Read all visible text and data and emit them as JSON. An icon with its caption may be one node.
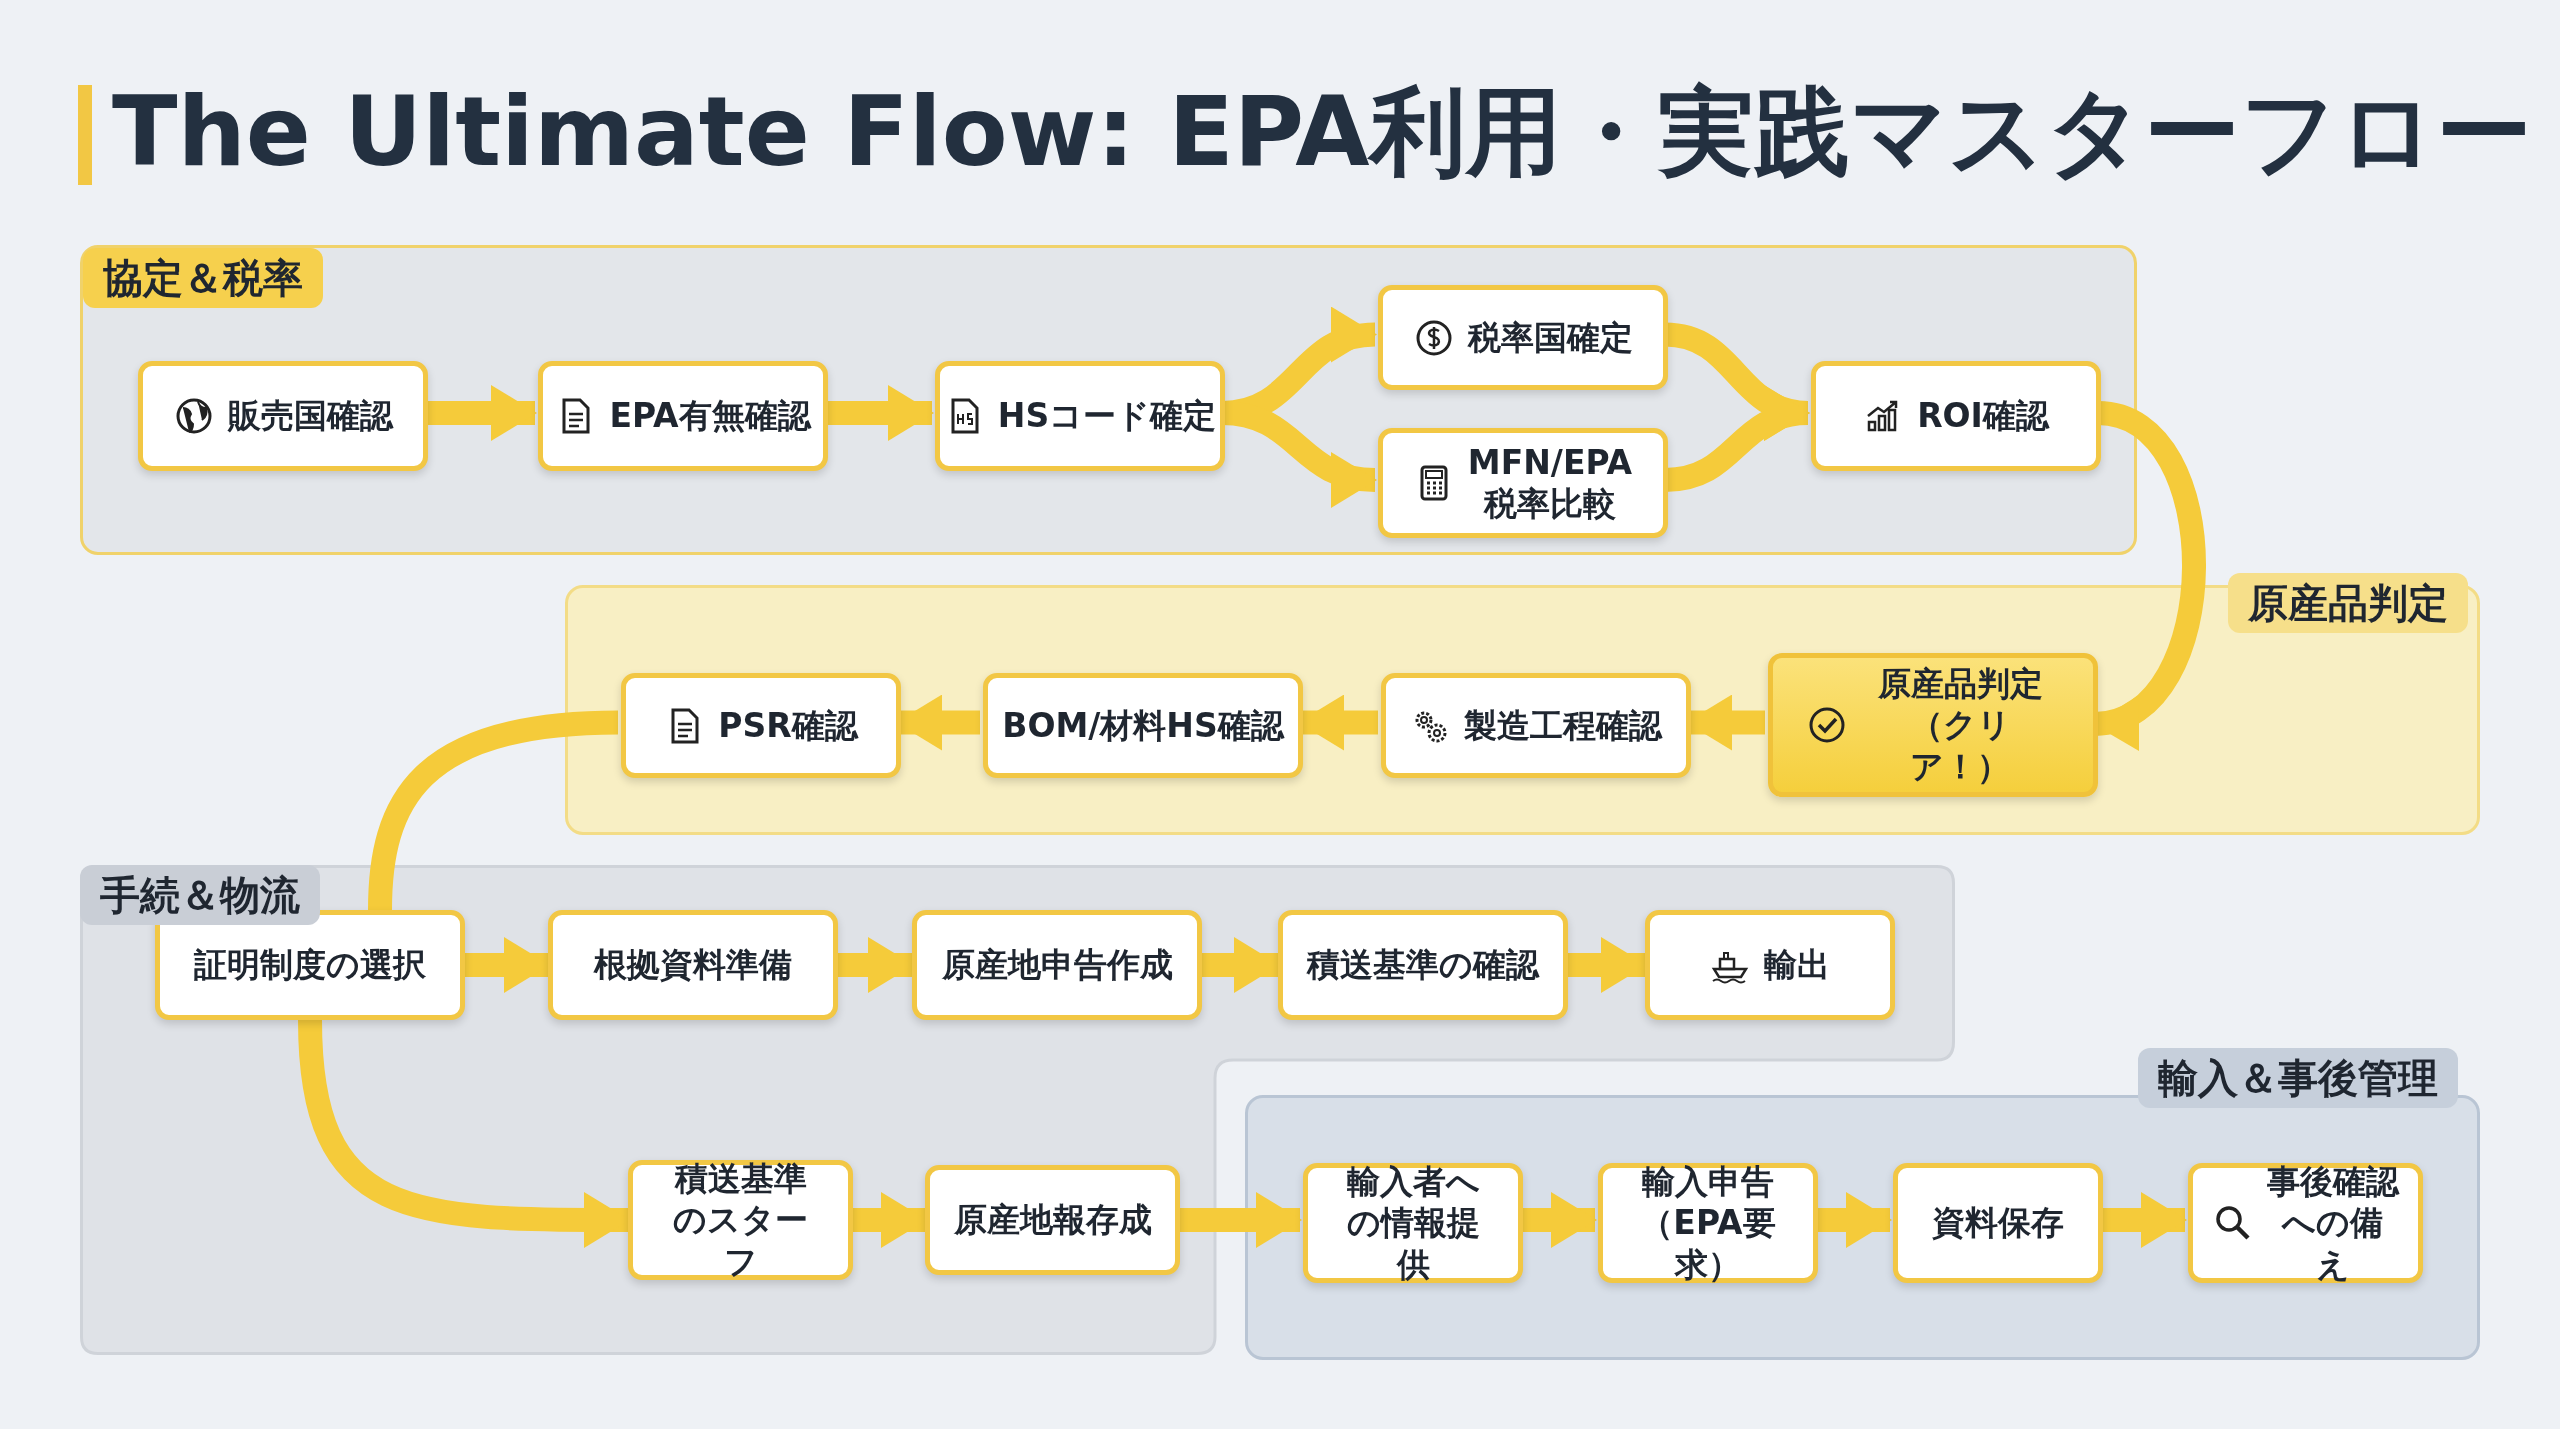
{
  "diagram": {
    "title": "The Ultimate Flow: EPA利用・実践マスターフロー",
    "nodes": [
      {
        "text": [
          "協定＆税率"
        ]
      },
      {
        "text": [
          "販売国確認"
        ],
        "in": 0
      },
      {
        "text": [
          "EPA有無確認"
        ],
        "in": 0
      },
      {
        "text": [
          "HSコード確定"
        ],
        "in": 0
      },
      {
        "text": [
          "税率国確定"
        ],
        "in": 0
      },
      {
        "text": [
          "MFN/EPA税率比較"
        ],
        "in": 0
      },
      {
        "text": [
          "ROI確認"
        ],
        "in": 0
      },
      {
        "text": [
          "原産品判定"
        ]
      },
      {
        "text": [
          "原産品判定（クリア！）"
        ],
        "in": 7
      },
      {
        "text": [
          "製造工程確認"
        ],
        "in": 7
      },
      {
        "text": [
          "BOM/材料HS確認"
        ],
        "in": 7
      },
      {
        "text": [
          "PSR確認"
        ],
        "in": 7
      },
      {
        "text": [
          "手続＆物流"
        ]
      },
      {
        "text": [
          "証明制度の選択"
        ],
        "in": 12
      },
      {
        "text": [
          "根拠資料準備"
        ],
        "in": 12
      },
      {
        "text": [
          "原産地申告作成"
        ],
        "in": 12
      },
      {
        "text": [
          "積送基準の確認"
        ],
        "in": 12
      },
      {
        "text": [
          "輸出"
        ],
        "in": 12
      },
      {
        "text": [
          "積送基準のスターフ"
        ],
        "in": 12
      },
      {
        "text": [
          "原産地報存成"
        ],
        "in": 12
      },
      {
        "text": [
          "輸入＆事後管理"
        ]
      },
      {
        "text": [
          "輸入者への情報提供"
        ],
        "in": 20
      },
      {
        "text": [
          "輸入申告（EPA要求）"
        ],
        "in": 20
      },
      {
        "text": [
          "資料保存"
        ],
        "in": 20
      },
      {
        "text": [
          "事後確認への備え"
        ],
        "in": 20
      }
    ],
    "edges": [
      {
        "from": 1,
        "to": 2,
        "arrow": "to"
      },
      {
        "from": 2,
        "to": 3,
        "arrow": "to"
      },
      {
        "from": 3,
        "to": 4,
        "arrow": "to"
      },
      {
        "from": 3,
        "to": 5,
        "arrow": "to"
      },
      {
        "from": 4,
        "to": 6,
        "arrow": "to"
      },
      {
        "from": 5,
        "to": 6,
        "arrow": "to"
      },
      {
        "from": 6,
        "to": 8,
        "arrow": "to"
      },
      {
        "from": 8,
        "to": 9,
        "arrow": "to"
      },
      {
        "from": 9,
        "to": 10,
        "arrow": "to"
      },
      {
        "from": 10,
        "to": 11,
        "arrow": "to"
      },
      {
        "from": 11,
        "to": 13,
        "arrow": "none"
      },
      {
        "from": 13,
        "to": 14,
        "arrow": "to"
      },
      {
        "from": 14,
        "to": 15,
        "arrow": "to"
      },
      {
        "from": 15,
        "to": 16,
        "arrow": "to"
      },
      {
        "from": 16,
        "to": 17,
        "arrow": "to"
      },
      {
        "from": 13,
        "to": 18,
        "arrow": "to"
      },
      {
        "from": 18,
        "to": 19,
        "arrow": "to"
      },
      {
        "from": 19,
        "to": 21,
        "arrow": "to"
      },
      {
        "from": 21,
        "to": 22,
        "arrow": "to"
      },
      {
        "from": 22,
        "to": 23,
        "arrow": "to"
      },
      {
        "from": 23,
        "to": 24,
        "arrow": "to"
      }
    ]
  }
}
